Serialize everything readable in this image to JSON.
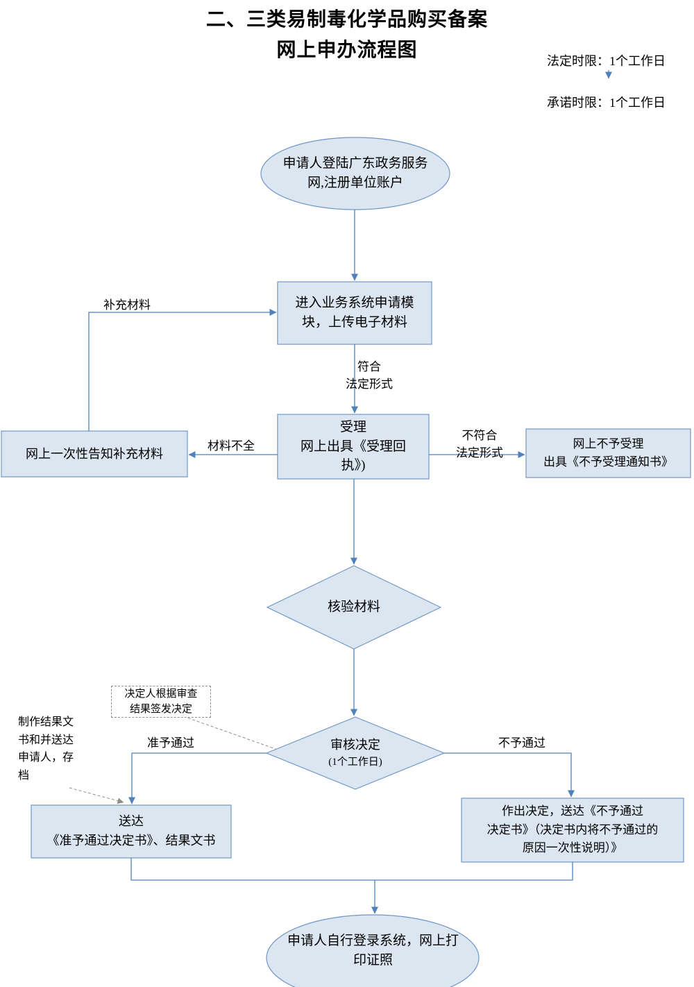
{
  "title": {
    "line1": "二、三类易制毒化学品购买备案",
    "line2": "网上申办流程图"
  },
  "timing": {
    "legal": "法定时限：1个工作日",
    "promise": "承诺时限：1个工作日"
  },
  "nodes": {
    "start": "申请人登陆广东政务服务\n网,注册单位账户",
    "upload": "进入业务系统申请模\n块，上传电子材料",
    "accept": "受理\n网上出具《受理回\n执》)",
    "supplement_notice": "网上一次性告知补充材料",
    "reject_accept": "网上不予受理\n出具《不予受理通知书》",
    "verify": "核验材料",
    "decision_line1": "审核决定",
    "decision_line2": "(1个工作日)",
    "approve_deliver": "送达\n《准予通过决定书》、结果文书",
    "reject_deliver": "作出决定，送达《不予通过\n决定书》（决定书内将不予通过的\n原因一次性说明）》",
    "end": "申请人自行登录系统，网上打\n印证照"
  },
  "labels": {
    "conform": "符合\n法定形式",
    "nonconform": "不符合\n法定形式",
    "incomplete": "材料不全",
    "supplement": "补充材料",
    "approved": "准予通过",
    "not_approved": "不予通过",
    "sign_note": "决定人根据审查\n结果签发决定",
    "archive_note": "制作结果文\n书和并送达\n申请人，存\n档"
  },
  "colors": {
    "node_fill": "#dce6f1",
    "node_border": "#6f96c9",
    "arrow": "#4f81bd",
    "dashed": "#8e8e8e",
    "text": "#000000"
  }
}
